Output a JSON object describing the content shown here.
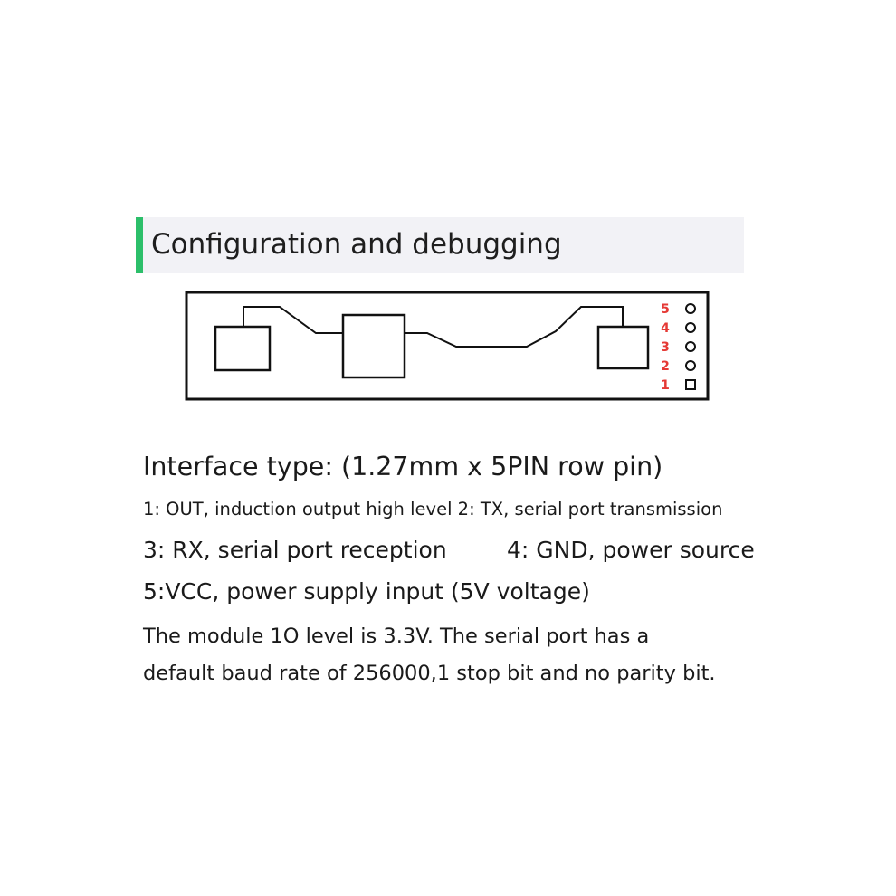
{
  "accent_color": "#2cbf6a",
  "pin_label_color": "#e53935",
  "header": {
    "title": "Configuration and debugging"
  },
  "diagram": {
    "pins": [
      {
        "number": "5",
        "shape": "circle"
      },
      {
        "number": "4",
        "shape": "circle"
      },
      {
        "number": "3",
        "shape": "circle"
      },
      {
        "number": "2",
        "shape": "circle"
      },
      {
        "number": "1",
        "shape": "square"
      }
    ]
  },
  "interface": {
    "type_line": "Interface type: (1.27mm x 5PIN row pin)",
    "pin_line_1": "1: OUT, induction output high level 2: TX, serial port transmission",
    "pin_3": "3: RX, serial port reception",
    "pin_4": "4: GND, power source",
    "pin_5": "5:VCC, power supply input (5V voltage)"
  },
  "note": {
    "line1": "The module 1O level is 3.3V. The serial port has a",
    "line2": "default baud rate of 256000,1 stop bit and no parity bit."
  }
}
